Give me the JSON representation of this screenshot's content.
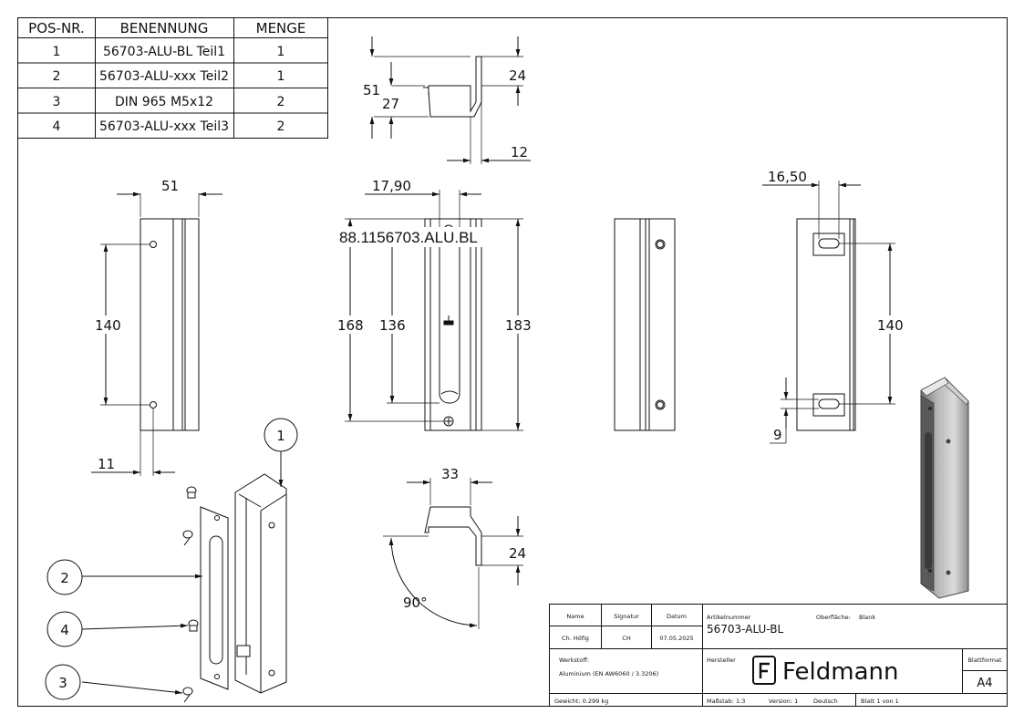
{
  "bom": {
    "headers": [
      "POS-NR.",
      "BENENNUNG",
      "MENGE"
    ],
    "rows": [
      {
        "pos": "1",
        "name": "56703-ALU-BL Teil1",
        "qty": "1"
      },
      {
        "pos": "2",
        "name": "56703-ALU-xxx Teil2",
        "qty": "1"
      },
      {
        "pos": "3",
        "name": "DIN 965 M5x12",
        "qty": "2"
      },
      {
        "pos": "4",
        "name": "56703-ALU-xxx Teil3",
        "qty": "2"
      }
    ]
  },
  "dimensions": {
    "top_view": {
      "d51": "51",
      "d27": "27",
      "d24": "24",
      "d12": "12"
    },
    "left_view": {
      "d51": "51",
      "d140": "140",
      "d11": "11"
    },
    "front_view": {
      "d17_90": "17,90",
      "d168": "168",
      "d136": "136",
      "d183": "183"
    },
    "right_view": {
      "d16_50": "16,50",
      "d140": "140",
      "d9": "9"
    },
    "bottom_view": {
      "d33": "33",
      "d24": "24",
      "angle": "90°"
    }
  },
  "part_label": "88.1156703.ALU.BL",
  "balloons": [
    "1",
    "2",
    "3",
    "4"
  ],
  "title_block": {
    "name_label": "Name",
    "signature_label": "Signatur",
    "date_label": "Datum",
    "name": "Ch. Höfig",
    "signature": "CH",
    "date": "07.05.2025",
    "article_label": "Artikelnummer",
    "article": "56703-ALU-BL",
    "surface_label": "Oberfläche:",
    "surface": "Blank",
    "material_label": "Werkstoff:",
    "material": "Aluminium (EN AW6060 / 3.3206)",
    "manufacturer_label": "Hersteller",
    "logo_text": "Feldmann",
    "format_label": "Blattformat",
    "format": "A4",
    "weight": "Gewicht: 0.299 kg",
    "scale": "Maßstab: 1:3",
    "version": "Version: 1",
    "language": "Deutsch",
    "sheet": "Blatt 1 von 1"
  }
}
